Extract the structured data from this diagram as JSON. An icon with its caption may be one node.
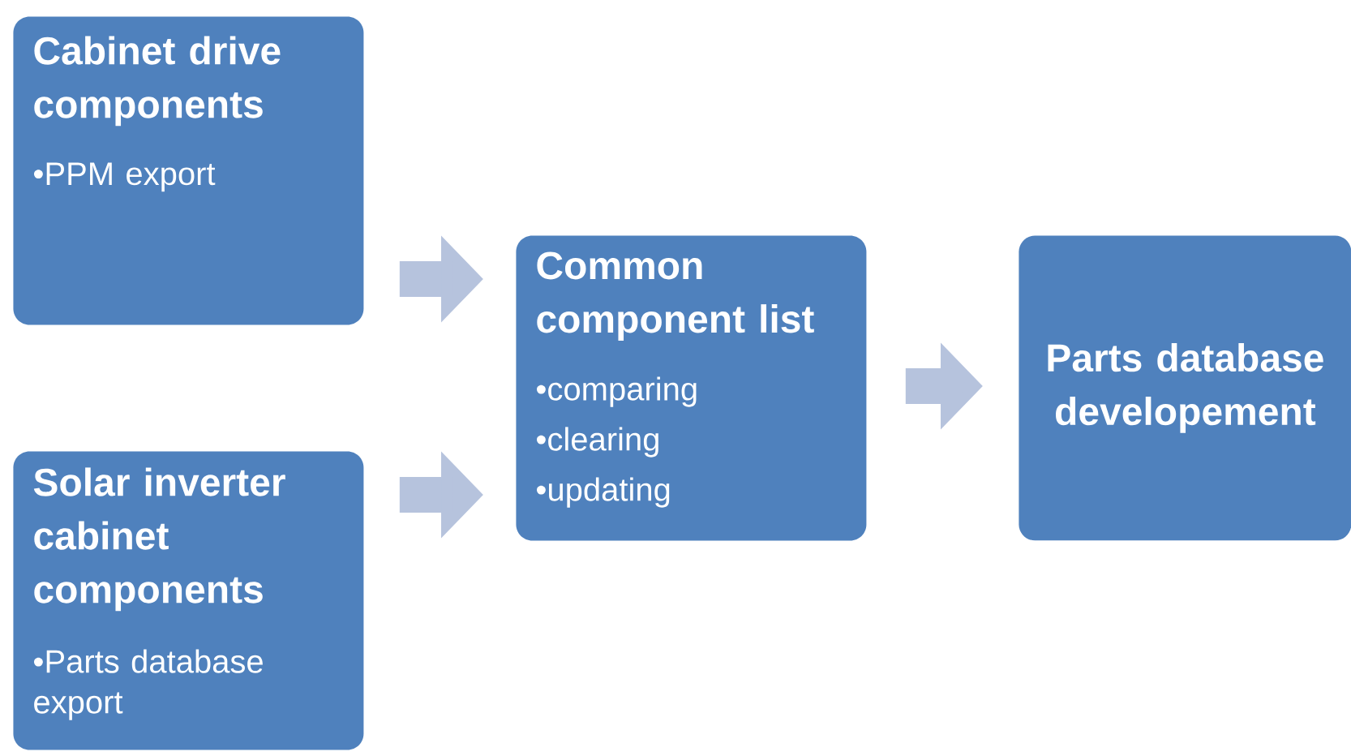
{
  "diagram": {
    "nodes": [
      {
        "text": [
          "Cabinet drive components",
          "•PPM export"
        ]
      },
      {
        "text": [
          "Solar inverter cabinet components",
          "•Parts database export"
        ]
      },
      {
        "text": [
          "Common component list",
          "•comparing",
          "•clearing",
          "•updating"
        ]
      },
      {
        "text": [
          "Parts database developement"
        ]
      }
    ],
    "edges": [
      {
        "from": 0,
        "to": 2,
        "arrow": "to"
      },
      {
        "from": 1,
        "to": 2,
        "arrow": "to"
      },
      {
        "from": 2,
        "to": 3,
        "arrow": "to"
      }
    ]
  }
}
